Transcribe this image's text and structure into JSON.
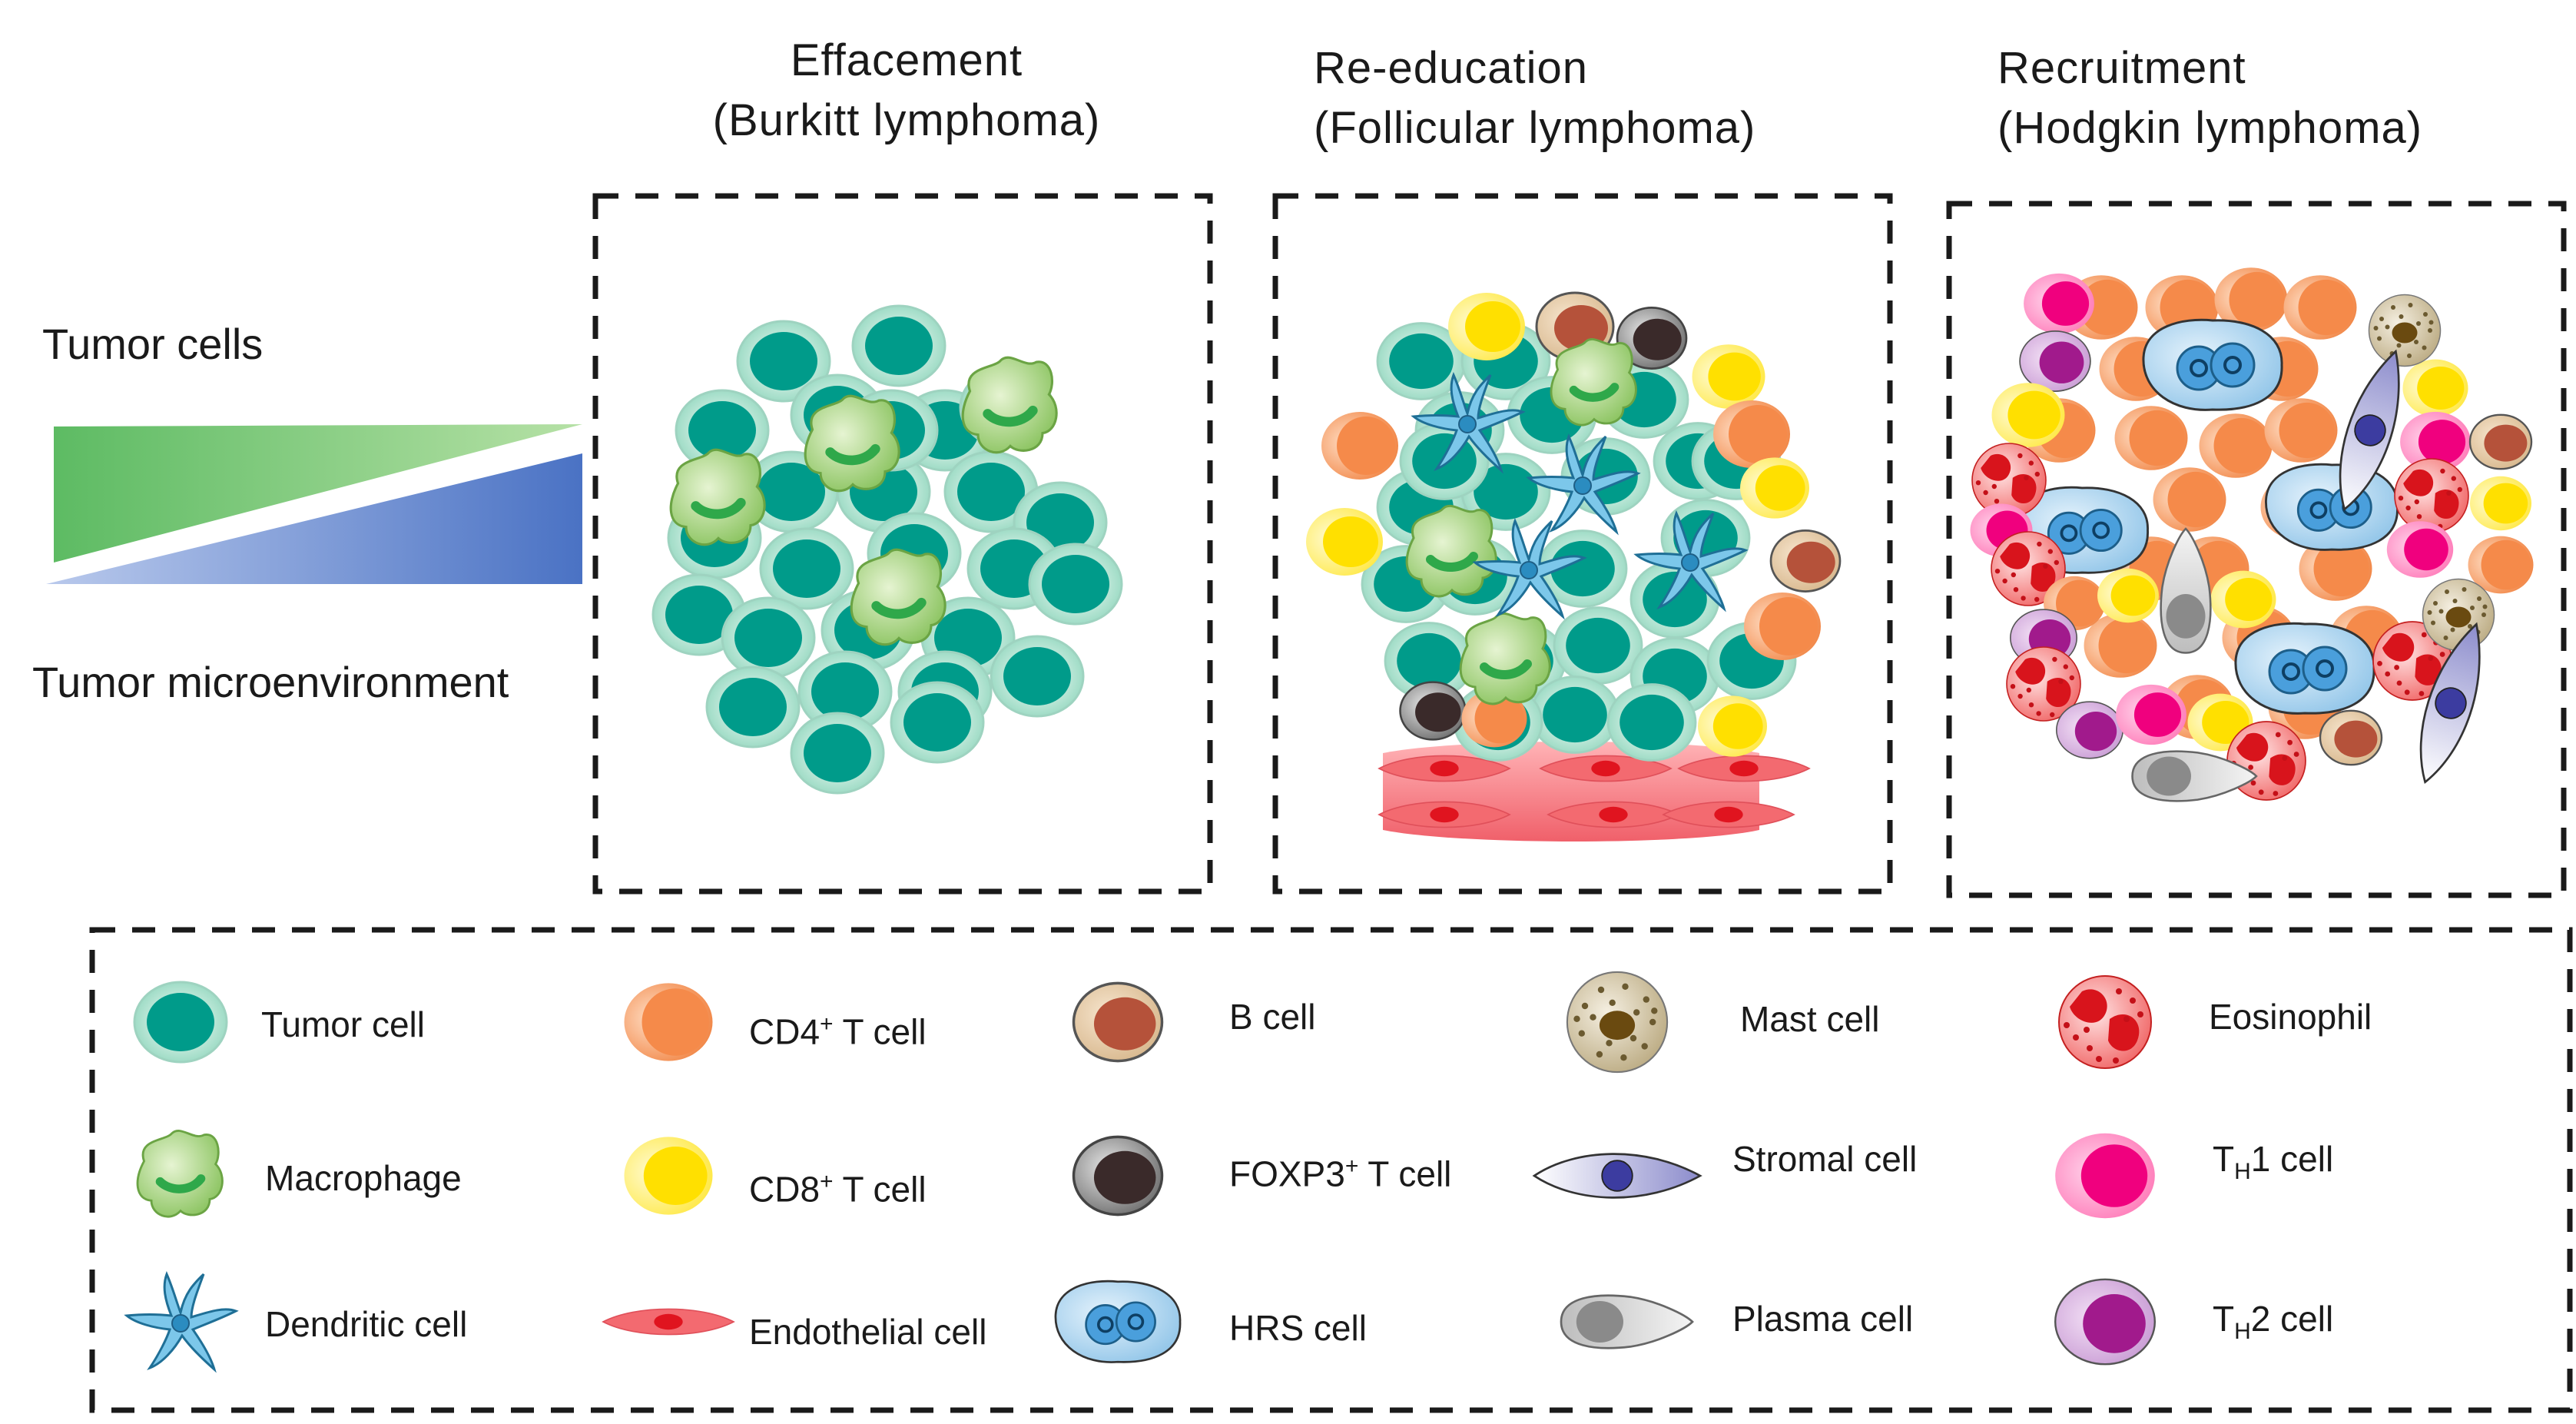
{
  "panels": [
    {
      "title": "Effacement",
      "subtitle": "(Burkitt lymphoma)"
    },
    {
      "title": "Re-education",
      "subtitle": "(Follicular lymphoma)"
    },
    {
      "title": "Recruitment",
      "subtitle": "(Hodgkin lymphoma)"
    }
  ],
  "gradient": {
    "top_label": "Tumor cells",
    "bottom_label": "Tumor microenvironment",
    "colors": {
      "tumor": "#5dbb63",
      "microenvironment": "#4a72c4"
    }
  },
  "legend": {
    "items": [
      {
        "label": "Tumor cell",
        "icon": "tumor-cell-icon"
      },
      {
        "label": "Macrophage",
        "icon": "macrophage-icon"
      },
      {
        "label": "Dendritic cell",
        "icon": "dendritic-cell-icon"
      },
      {
        "label_main": "CD4",
        "label_sup": "+",
        "label_rest": " T cell",
        "icon": "cd4-t-cell-icon"
      },
      {
        "label_main": "CD8",
        "label_sup": "+",
        "label_rest": " T cell",
        "icon": "cd8-t-cell-icon"
      },
      {
        "label": "Endothelial cell",
        "icon": "endothelial-cell-icon"
      },
      {
        "label": "B cell",
        "icon": "b-cell-icon"
      },
      {
        "label_main": "FOXP3",
        "label_sup": "+",
        "label_rest": " T cell",
        "icon": "foxp3-t-cell-icon"
      },
      {
        "label": "HRS cell",
        "icon": "hrs-cell-icon"
      },
      {
        "label": "Mast cell",
        "icon": "mast-cell-icon"
      },
      {
        "label": "Stromal cell",
        "icon": "stromal-cell-icon"
      },
      {
        "label": "Plasma cell",
        "icon": "plasma-cell-icon"
      },
      {
        "label": "Eosinophil",
        "icon": "eosinophil-icon"
      },
      {
        "label_main": "T",
        "label_sub": "H",
        "label_rest": "1 cell",
        "icon": "th1-cell-icon"
      },
      {
        "label_main": "T",
        "label_sub": "H",
        "label_rest": "2 cell",
        "icon": "th2-cell-icon"
      }
    ]
  },
  "colors": {
    "tumor_fill": "#009b8a",
    "tumor_rim": "#bfe7d8",
    "cd4": "#f79a5a",
    "cd8": "#ffe000",
    "b_cell": "#b5523a",
    "foxp3": "#3a2a2a",
    "macrophage": "#8cc65a",
    "dendritic": "#3aa7d8",
    "endothelial": "#f0606a",
    "hrs": "#a9d3ef",
    "mast": "#8d7a4f",
    "stromal": "#5a5aa8",
    "plasma": "#a8a8a8",
    "eosinophil": "#e8262e",
    "th1": "#f0007e",
    "th2": "#a11a8c",
    "dash": "#1a1a1a"
  }
}
